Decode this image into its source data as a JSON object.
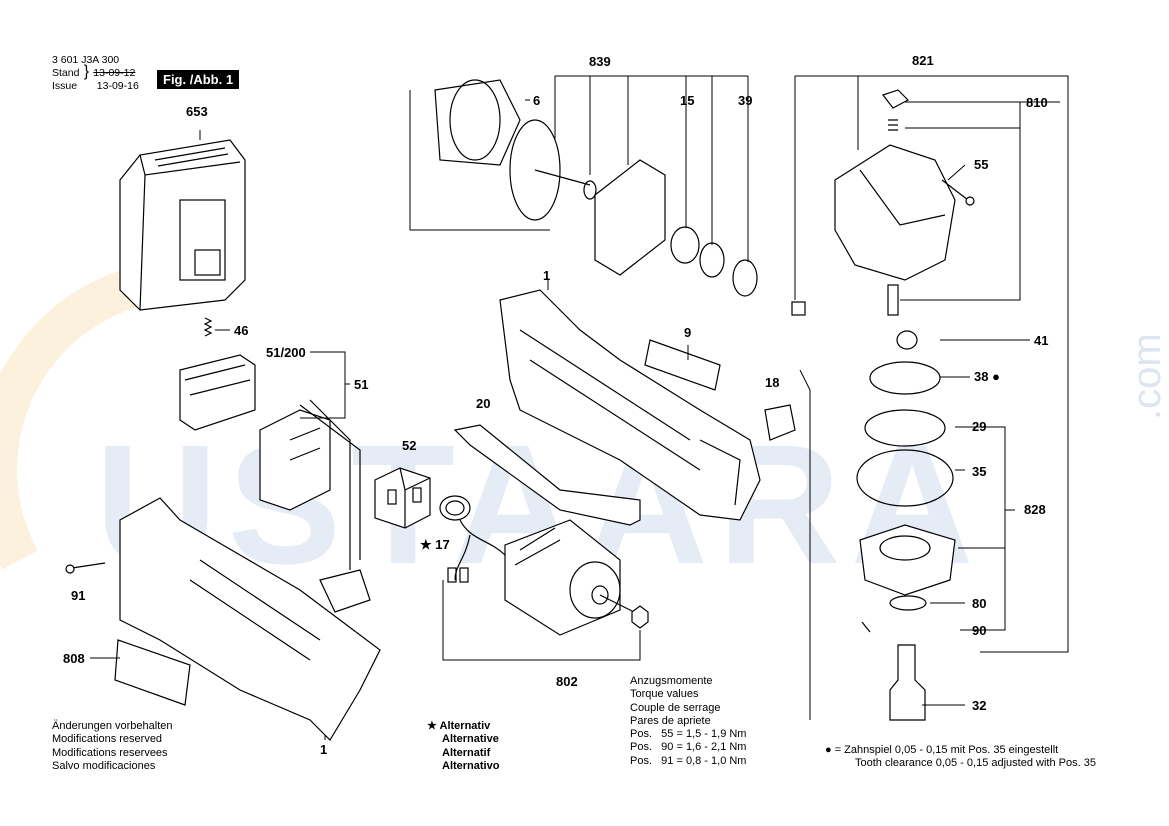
{
  "header": {
    "part_number": "3 601 J3A 300",
    "stand_label": "Stand",
    "issue_label": "Issue",
    "stand_date": "13-09-12",
    "issue_date": "13-09-16",
    "figure": "Fig. /Abb. 1"
  },
  "watermark": {
    "text": "USTAARA",
    "suffix": ".com"
  },
  "labels": {
    "l653": "653",
    "l46": "46",
    "l51_200": "51/200",
    "l51": "51",
    "l52": "52",
    "l17": "17",
    "l91": "91",
    "l808": "808",
    "l1a": "1",
    "l1b": "1",
    "l20": "20",
    "l9": "9",
    "l18": "18",
    "l802": "802",
    "l839": "839",
    "l6": "6",
    "l15": "15",
    "l39": "39",
    "l821": "821",
    "l810": "810",
    "l55": "55",
    "l41": "41",
    "l38": "38",
    "l29": "29",
    "l35": "35",
    "l828": "828",
    "l80": "80",
    "l90": "90",
    "l32": "32"
  },
  "changes_note": [
    "Änderungen vorbehalten",
    "Modifications reserved",
    "Modifications reservees",
    "Salvo modificaciones"
  ],
  "alternative": [
    "Alternativ",
    "Alternative",
    "Alternatif",
    "Alternativo"
  ],
  "torque": {
    "title": [
      "Anzugsmomente",
      "Torque values",
      "Couple de serrage",
      "Pares de apriete"
    ],
    "rows": [
      "Pos.   55 = 1,5 - 1,9 Nm",
      "Pos.   90 = 1,6 - 2,1 Nm",
      "Pos.   91 = 0,8 - 1,0 Nm"
    ]
  },
  "tooth_note": [
    "=  Zahnspiel 0,05 - 0,15 mit Pos. 35 eingestellt",
    "Tooth clearance 0,05 - 0,15 adjusted with Pos. 35"
  ]
}
